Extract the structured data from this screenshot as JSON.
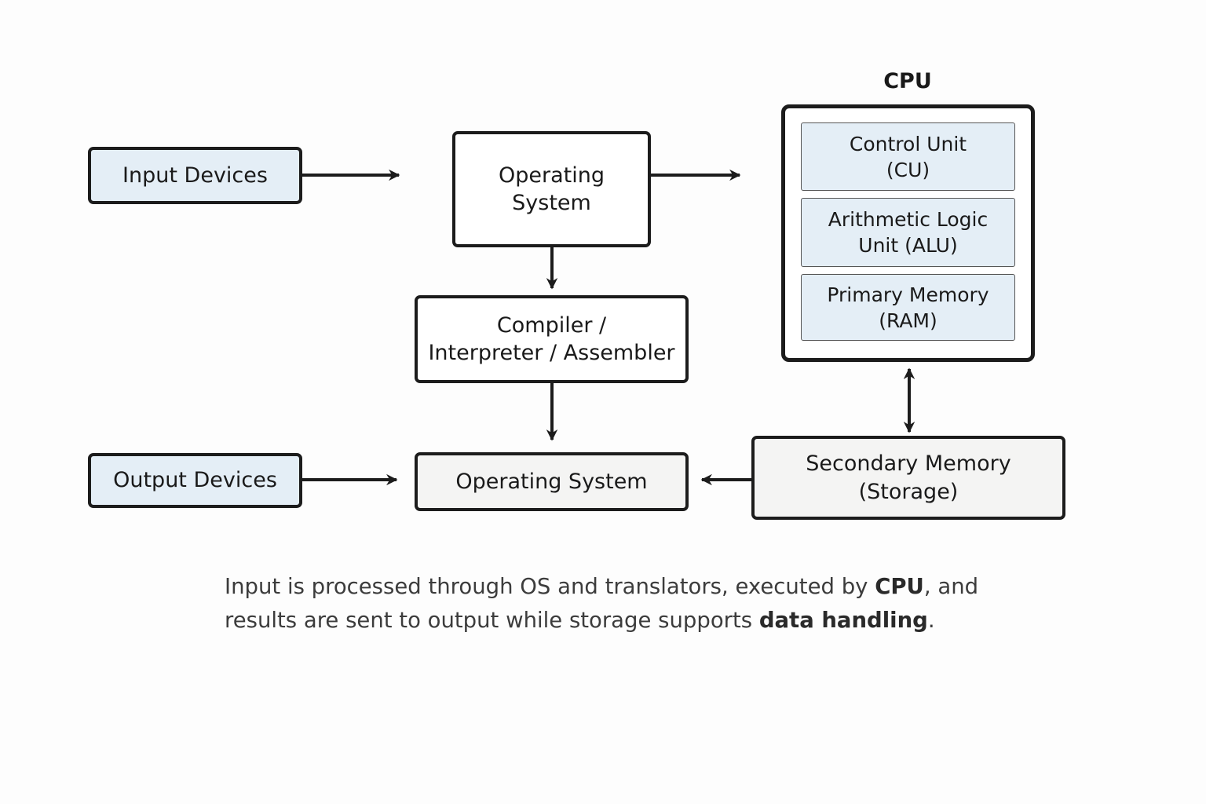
{
  "diagram": {
    "cpu_title": "CPU",
    "nodes": {
      "input_devices": "Input Devices",
      "operating_system_top": "Operating\nSystem",
      "compiler": "Compiler /\nInterpreter / Assembler",
      "output_devices": "Output Devices",
      "operating_system_bottom": "Operating System",
      "secondary_memory": "Secondary Memory\n(Storage)"
    },
    "cpu_units": {
      "control_unit": "Control Unit\n(CU)",
      "alu": "Arithmetic Logic\nUnit (ALU)",
      "ram": "Primary Memory\n(RAM)"
    }
  },
  "caption": {
    "part1": "Input is processed through OS and translators, executed by ",
    "bold1": "CPU",
    "part2": ", and results are sent to output while storage supports ",
    "bold2": "data handling",
    "part3": "."
  },
  "colors": {
    "box_blue": "#e4eef6",
    "box_grey": "#f4f4f3",
    "stroke": "#1c1c1c"
  }
}
